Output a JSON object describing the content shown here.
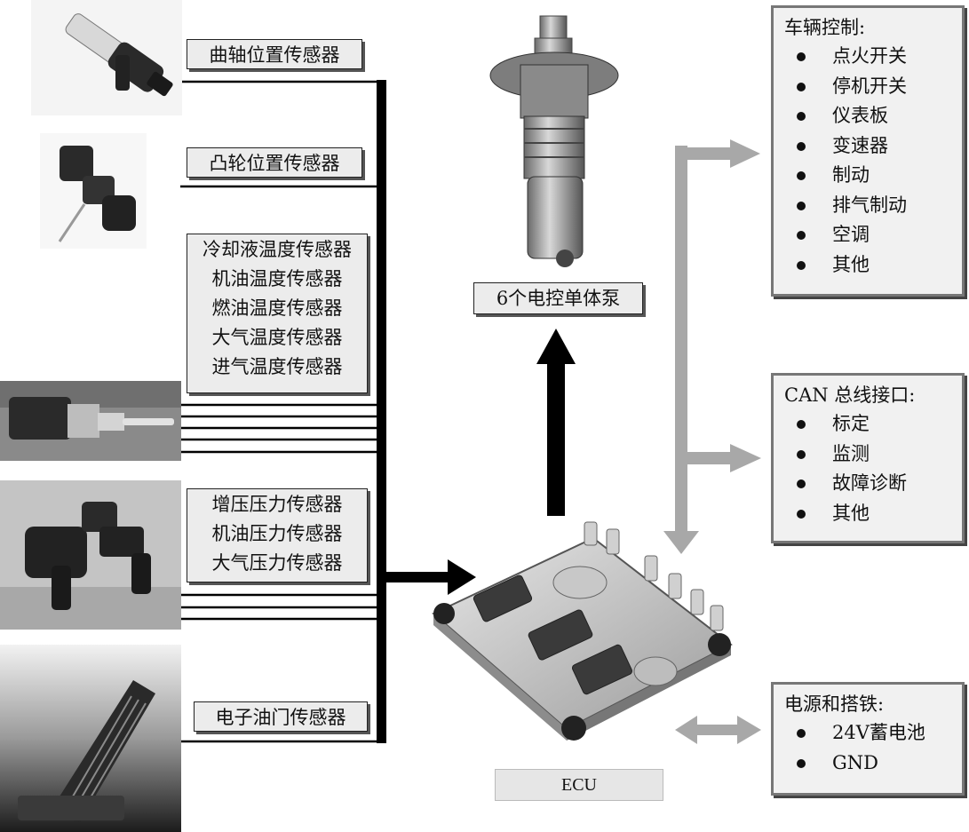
{
  "sensors": {
    "crank": "曲轴位置传感器",
    "cam": "凸轮位置传感器",
    "temperature": [
      "冷却液温度传感器",
      "机油温度传感器",
      "燃油温度传感器",
      "大气温度传感器",
      "进气温度传感器"
    ],
    "pressure": [
      "增压压力传感器",
      "机油压力传感器",
      "大气压力传感器"
    ],
    "throttle": "电子油门传感器"
  },
  "pump_label": "6个电控单体泵",
  "ecu_label": "ECU",
  "vehicle_control": {
    "title": "车辆控制:",
    "items": [
      "点火开关",
      "停机开关",
      "仪表板",
      "变速器",
      "制动",
      "排气制动",
      "空调",
      "其他"
    ]
  },
  "can_bus": {
    "title": "CAN 总线接口:",
    "items": [
      "标定",
      "监测",
      "故障诊断",
      "其他"
    ]
  },
  "power": {
    "title": "电源和搭铁:",
    "items": [
      "24V蓄电池",
      "GND"
    ]
  },
  "icons": [
    "crank-sensor-photo",
    "cam-sensor-photo",
    "temperature-sensor-photo",
    "pressure-sensor-photo",
    "accelerator-pedal-photo",
    "unit-pump-photo",
    "ecu-photo"
  ],
  "colors": {
    "line": "#000000",
    "arrow_gray": "#a8a8a8",
    "panel_bg": "#f1f1f1",
    "label_bg": "#ececec"
  }
}
